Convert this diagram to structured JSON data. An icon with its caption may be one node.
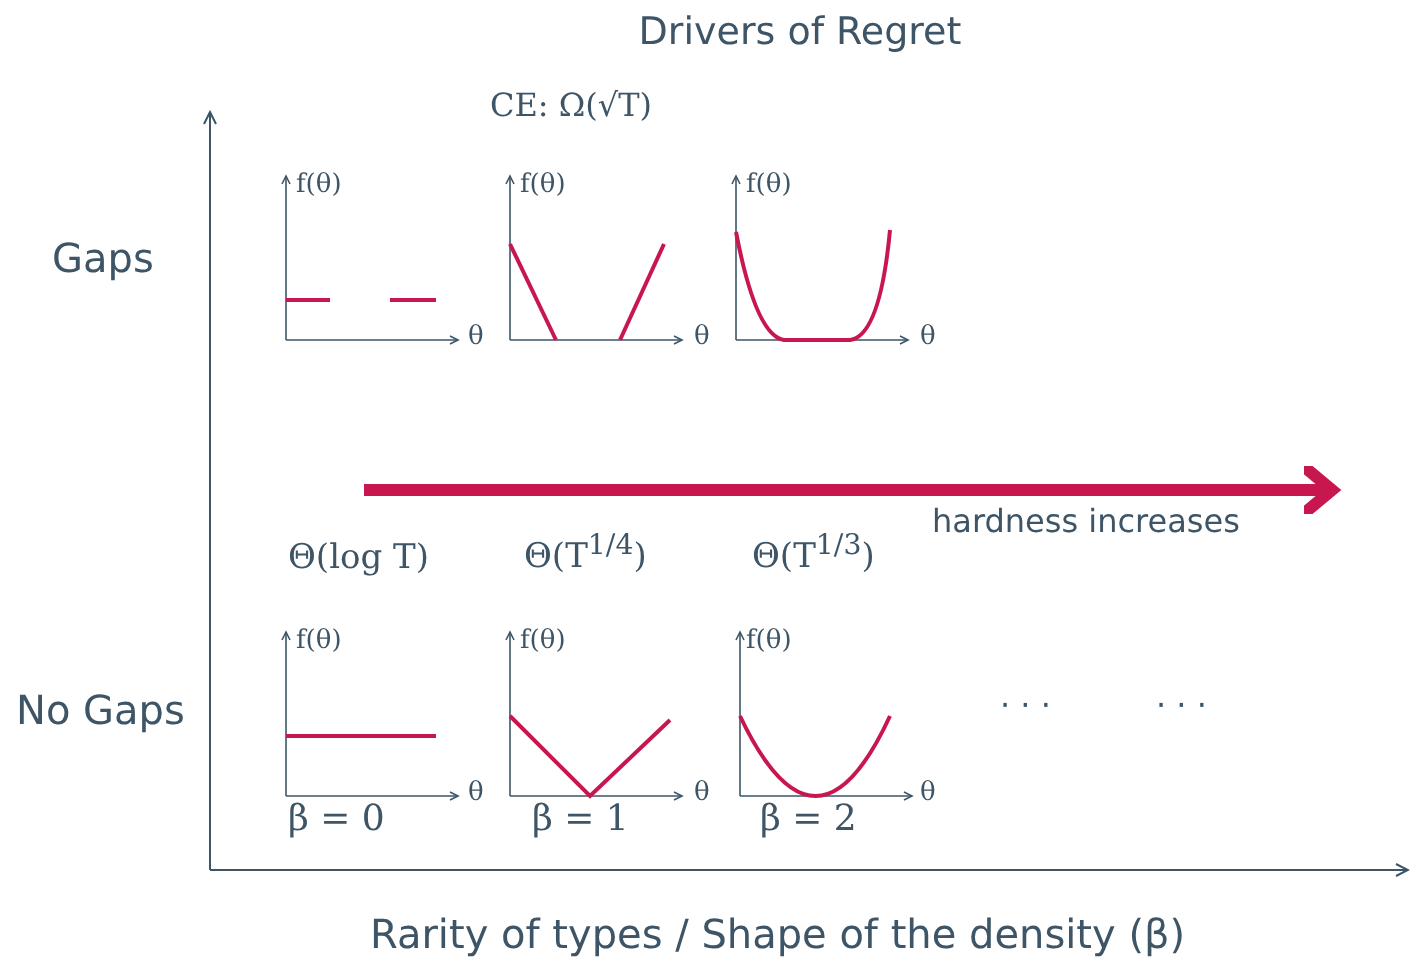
{
  "diagram": {
    "title": "Drivers of Regret",
    "labels": [
      "CE: Ω(√T)",
      "f(θ)",
      "f(θ)",
      "f(θ)",
      "Gaps",
      "θ",
      "θ",
      "θ",
      "hardness increases",
      "Θ(log T)",
      "Θ(T$^{1/4}$)",
      "Θ(T$^{1/3}$)",
      "f(θ)",
      "f(θ)",
      "f(θ)",
      "No Gaps",
      "· · ·",
      "· · ·",
      "β = 0",
      "θ",
      "β = 1",
      "θ",
      "β = 2",
      "θ",
      "Rarity of types / Shape of the density (β)"
    ]
  }
}
